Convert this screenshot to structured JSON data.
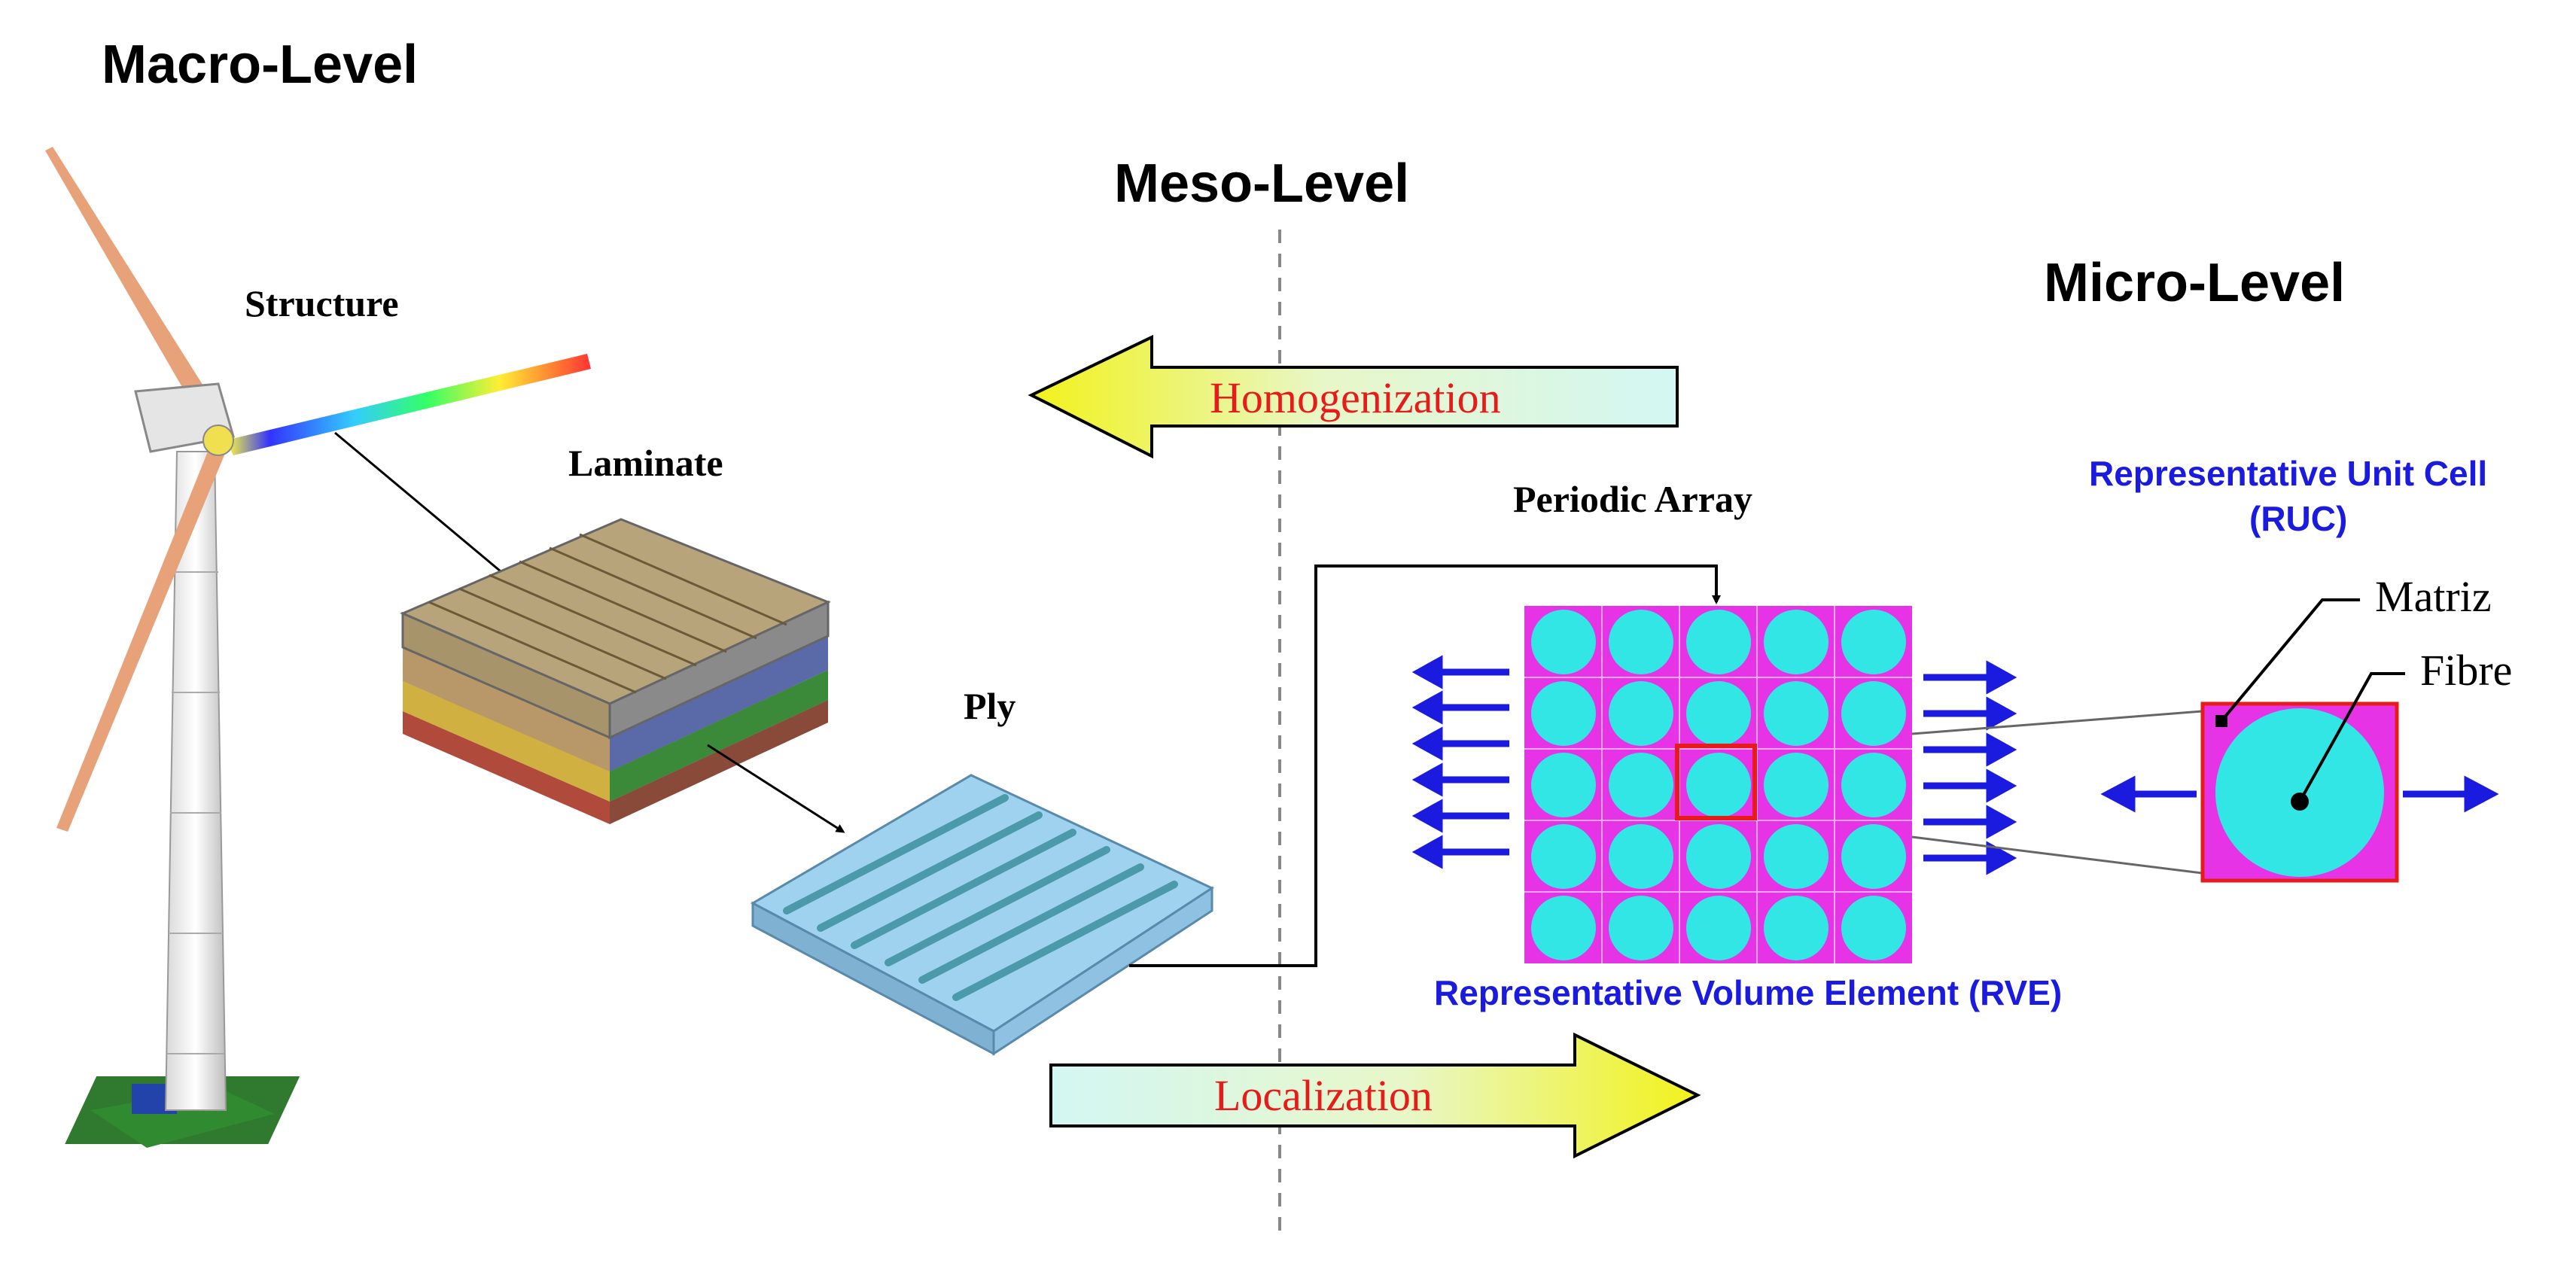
{
  "levels": {
    "macro": "Macro-Level",
    "meso": "Meso-Level",
    "micro": "Micro-Level"
  },
  "labels": {
    "structure": "Structure",
    "laminate": "Laminate",
    "ply": "Ply",
    "periodic_array": "Periodic Array",
    "ruc_line1": "Representative Unit Cell",
    "ruc_line2": "(RUC)",
    "matriz": "Matriz",
    "fibre": "Fibre",
    "rve": "Representative Volume Element (RVE)"
  },
  "arrows": {
    "homogenization": "Homogenization",
    "localization": "Localization"
  },
  "colors": {
    "matrix": "#e633e6",
    "fibre": "#33e6e6",
    "arrow_text": "#e81b1b",
    "blue_text": "#1b1be0",
    "highlight": "#e81b1b"
  }
}
